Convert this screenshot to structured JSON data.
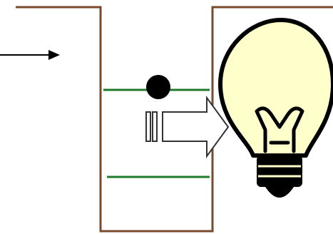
{
  "diagram": {
    "kind": "quantum-well-emission",
    "colors": {
      "well_outline": "#7a4a2e",
      "energy_level": "#1f7a2a",
      "electron": "#000000",
      "arrow_fill": "#ffffff",
      "arrow_stroke": "#333333",
      "bulb_glass": "#ffffcc",
      "bulb_outline": "#000000",
      "bulb_base": "#000000"
    },
    "elements": {
      "incoming_arrow": "arrow-right-icon",
      "well": "potential-well",
      "upper_level": "energy-level-upper",
      "lower_level": "energy-level-lower",
      "electron": "electron-dot",
      "emission_arrow": "emission-arrow-icon",
      "bulb": "light-bulb-icon"
    }
  }
}
